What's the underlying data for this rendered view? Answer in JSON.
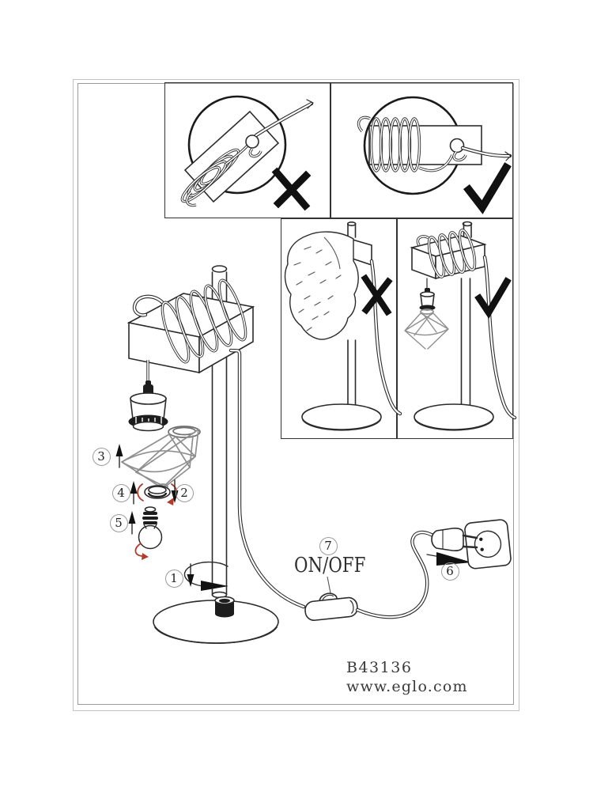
{
  "sheet": {
    "product_code": "B43136",
    "website": "www.eglo.com",
    "switch_label": "ON/OFF"
  },
  "steps": {
    "s1": "1",
    "s2": "2",
    "s3": "3",
    "s4": "4",
    "s5": "5",
    "s6": "6",
    "s7": "7"
  },
  "icons": {
    "wrong": "x-mark-icon",
    "correct": "check-mark-icon",
    "up": "arrow-up-icon",
    "down": "arrow-down-icon",
    "toward_socket": "arrow-right-icon",
    "rotate_pole": "rotation-arrow-icon",
    "rotate_ring": "rotate-ring-arrows-icon",
    "rotate_bulb": "rotate-bulb-arrow-icon"
  },
  "colors": {
    "line": "#2b2b2b",
    "wire_gray": "#8f8f8f",
    "accent_red": "#b23b2e",
    "mark_black": "#111111",
    "panel_border": "#333333",
    "page_border": "#9a9a9a"
  }
}
